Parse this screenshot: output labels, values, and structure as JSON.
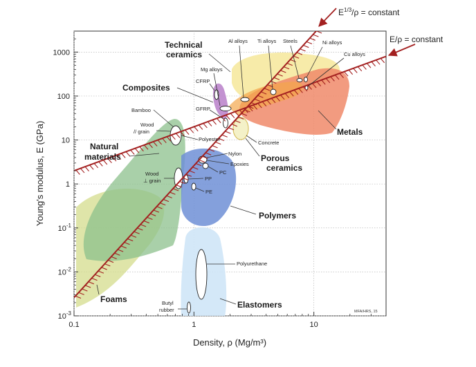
{
  "chart_data": {
    "type": "scatter",
    "title": "",
    "xlabel": "Density, ρ  (Mg/m³)",
    "ylabel": "Young's modulus, E (GPa)",
    "xscale": "log",
    "yscale": "log",
    "xlim": [
      0.1,
      40
    ],
    "ylim": [
      0.001,
      3000
    ],
    "grid": true,
    "x_ticks": [
      {
        "value": 0.1,
        "label": "0.1"
      },
      {
        "value": 1,
        "label": "1"
      },
      {
        "value": 10,
        "label": "10"
      }
    ],
    "y_ticks": [
      {
        "value": 1000,
        "base": "1000",
        "exp": ""
      },
      {
        "value": 100,
        "base": "100",
        "exp": ""
      },
      {
        "value": 10,
        "base": "10",
        "exp": ""
      },
      {
        "value": 1,
        "base": "1",
        "exp": ""
      },
      {
        "value": 0.1,
        "base": "10",
        "exp": "-1"
      },
      {
        "value": 0.01,
        "base": "10",
        "exp": "-2"
      },
      {
        "value": 0.001,
        "base": "10",
        "exp": "-3"
      }
    ],
    "guide_lines": [
      {
        "label_base": "E",
        "label_sup": "1/3",
        "label_rest": "/ρ = constant",
        "x": [
          0.1,
          11.5
        ],
        "y": [
          0.0026,
          4000
        ]
      },
      {
        "label_base": "E/ρ = constant",
        "label_sup": "",
        "label_rest": "",
        "x": [
          0.1,
          40
        ],
        "y": [
          2.0,
          800
        ]
      }
    ],
    "families": [
      {
        "name": "Foams",
        "color": "#d4dc8c",
        "x_range": [
          0.01,
          0.7
        ],
        "y_range": [
          0.0005,
          3
        ]
      },
      {
        "name": "Natural materials",
        "color": "#8cc08c",
        "x_range": [
          0.12,
          0.95
        ],
        "y_range": [
          0.08,
          40
        ]
      },
      {
        "name": "Polymers",
        "color": "#6e8fd6",
        "x_range": [
          0.9,
          2.2
        ],
        "y_range": [
          0.2,
          5
        ]
      },
      {
        "name": "Elastomers",
        "color": "#cfe6f7",
        "x_range": [
          0.85,
          1.8
        ],
        "y_range": [
          0.0008,
          0.12
        ]
      },
      {
        "name": "Composites",
        "color": "#b87fc9",
        "x_range": [
          1.4,
          2.2
        ],
        "y_range": [
          15,
          320
        ]
      },
      {
        "name": "Technical ceramics",
        "color": "#f6e79a",
        "x_range": [
          2.3,
          16
        ],
        "y_range": [
          100,
          1500
        ]
      },
      {
        "name": "Porous ceramics",
        "color": "#f3f0c2",
        "x_range": [
          2.0,
          3.2
        ],
        "y_range": [
          12,
          45
        ]
      },
      {
        "name": "Metals",
        "color": "#f0896a",
        "x_range": [
          1.7,
          22
        ],
        "y_range": [
          12,
          450
        ]
      }
    ],
    "materials": [
      {
        "name": "Al alloys",
        "x": 2.7,
        "y": 72
      },
      {
        "name": "Ti alloys",
        "x": 4.5,
        "y": 110
      },
      {
        "name": "Steels",
        "x": 7.8,
        "y": 200
      },
      {
        "name": "Ni alloys",
        "x": 8.9,
        "y": 200
      },
      {
        "name": "Cu alloys",
        "x": 8.9,
        "y": 124
      },
      {
        "name": "Mg alloys",
        "x": 1.75,
        "y": 44
      },
      {
        "name": "CFRP",
        "x": 1.6,
        "y": 100
      },
      {
        "name": "GFRP",
        "x": 1.9,
        "y": 30
      },
      {
        "name": "Concrete",
        "x": 2.4,
        "y": 30
      },
      {
        "name": "Polyester",
        "x": 1.2,
        "y": 3.5
      },
      {
        "name": "Nylon",
        "x": 1.1,
        "y": 3
      },
      {
        "name": "Epoxies",
        "x": 1.2,
        "y": 3
      },
      {
        "name": "PC",
        "x": 1.2,
        "y": 2.4
      },
      {
        "name": "PP",
        "x": 0.9,
        "y": 1.5
      },
      {
        "name": "PE",
        "x": 0.95,
        "y": 0.8
      },
      {
        "name": "Bamboo",
        "x": 0.7,
        "y": 15
      },
      {
        "name": "Wood // grain",
        "x": 0.65,
        "y": 12
      },
      {
        "name": "Wood ⊥ grain",
        "x": 0.65,
        "y": 1.2
      },
      {
        "name": "Polyurethane",
        "x": 1.1,
        "y": 0.01
      },
      {
        "name": "Butyl rubber",
        "x": 0.92,
        "y": 0.0015
      }
    ]
  },
  "labels": {
    "family_foams": "Foams",
    "family_natural_line1": "Natural",
    "family_natural_line2": "materials",
    "family_polymers": "Polymers",
    "family_elastomers": "Elastomers",
    "family_composites": "Composites",
    "family_technical_line1": "Technical",
    "family_technical_line2": "ceramics",
    "family_porous_line1": "Porous",
    "family_porous_line2": "ceramics",
    "family_metals": "Metals",
    "mat_al": "Al alloys",
    "mat_ti": "Ti alloys",
    "mat_steels": "Steels",
    "mat_ni": "Ni alloys",
    "mat_cu": "Cu alloys",
    "mat_mg": "Mg alloys",
    "mat_cfrp": "CFRP",
    "mat_gfrp": "GFRP",
    "mat_concrete": "Concrete",
    "mat_polyester": "Polyester",
    "mat_nylon": "Nylon",
    "mat_epoxies": "Epoxies",
    "mat_pc": "PC",
    "mat_pp": "PP",
    "mat_pe": "PE",
    "mat_bamboo": "Bamboo",
    "mat_wood_par_1": "Wood",
    "mat_wood_par_2": "// grain",
    "mat_wood_perp_1": "Wood",
    "mat_wood_perp_2": "⊥ grain",
    "mat_pu": "Polyurethane",
    "mat_butyl_1": "Butyl",
    "mat_butyl_2": "rubber",
    "credit": "MFA/HRS, 15"
  },
  "colors": {
    "guide_line": "#a32020",
    "foams": "#d4dc8c",
    "natural": "#8cc08c",
    "polymers": "#6e8fd6",
    "elastomers": "#cfe6f7",
    "composites": "#b87fc9",
    "technical_ceramics": "#f6e79a",
    "porous_ceramics": "#f3f0c2",
    "metals": "#f0896a",
    "overlap_orange": "#f3a64b"
  }
}
